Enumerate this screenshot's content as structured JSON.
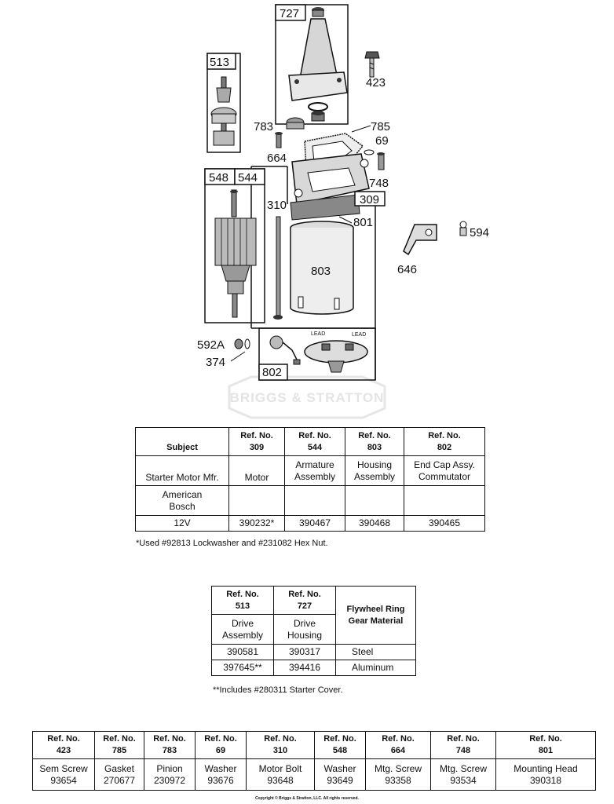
{
  "diagram": {
    "callouts": {
      "c727": "727",
      "c423": "423",
      "c513": "513",
      "c783": "783",
      "c785": "785",
      "c664": "664",
      "c69": "69",
      "c548": "548",
      "c544": "544",
      "c748": "748",
      "c309": "309",
      "c310": "310",
      "c801": "801",
      "c594": "594",
      "c646": "646",
      "c803": "803",
      "c592a": "592A",
      "c374": "374",
      "c802": "802"
    },
    "watermark": "BRIGGS & STRATTON"
  },
  "table1": {
    "header_subject": "Subject",
    "refs": [
      {
        "ref": "Ref. No.",
        "num": "309"
      },
      {
        "ref": "Ref. No.",
        "num": "544"
      },
      {
        "ref": "Ref. No.",
        "num": "803"
      },
      {
        "ref": "Ref. No.",
        "num": "802"
      }
    ],
    "desc_label": "Starter Motor Mfr.",
    "descs": [
      {
        "l1": "Motor",
        "l2": ""
      },
      {
        "l1": "Armature",
        "l2": "Assembly"
      },
      {
        "l1": "Housing",
        "l2": "Assembly"
      },
      {
        "l1": "End Cap Assy.",
        "l2": "Commutator"
      }
    ],
    "mfr": {
      "l1": "American",
      "l2": "Bosch"
    },
    "row_label": "12V",
    "values": [
      "390232*",
      "390467",
      "390468",
      "390465"
    ],
    "footnote": "*Used #92813 Lockwasher and #231082 Hex Nut."
  },
  "table2": {
    "refs": [
      {
        "ref": "Ref. No.",
        "num": "513"
      },
      {
        "ref": "Ref. No.",
        "num": "727"
      }
    ],
    "material_header": {
      "l1": "Flywheel Ring",
      "l2": "Gear Material"
    },
    "descs": [
      {
        "l1": "Drive",
        "l2": "Assembly"
      },
      {
        "l1": "Drive",
        "l2": "Housing"
      }
    ],
    "rows": [
      {
        "a": "390581",
        "b": "390317",
        "material": "Steel"
      },
      {
        "a": "397645**",
        "b": "394416",
        "material": "Aluminum"
      }
    ],
    "footnote": "**Includes #280311 Starter Cover."
  },
  "table3": {
    "columns": [
      {
        "ref": "Ref. No.",
        "num": "423",
        "desc": "Sem Screw",
        "part": "93654"
      },
      {
        "ref": "Ref. No.",
        "num": "785",
        "desc": "Gasket",
        "part": "270677"
      },
      {
        "ref": "Ref. No.",
        "num": "783",
        "desc": "Pinion",
        "part": "230972"
      },
      {
        "ref": "Ref. No.",
        "num": "69",
        "desc": "Washer",
        "part": "93676"
      },
      {
        "ref": "Ref. No.",
        "num": "310",
        "desc": "Motor Bolt",
        "part": "93648"
      },
      {
        "ref": "Ref. No.",
        "num": "548",
        "desc": "Washer",
        "part": "93649"
      },
      {
        "ref": "Ref. No.",
        "num": "664",
        "desc": "Mtg. Screw",
        "part": "93358"
      },
      {
        "ref": "Ref. No.",
        "num": "748",
        "desc": "Mtg. Screw",
        "part": "93534"
      },
      {
        "ref": "Ref. No.",
        "num": "801",
        "desc": "Mounting Head",
        "part": "390318"
      }
    ]
  },
  "copyright": "Copyright © Briggs & Stratton, LLC. All rights reserved."
}
